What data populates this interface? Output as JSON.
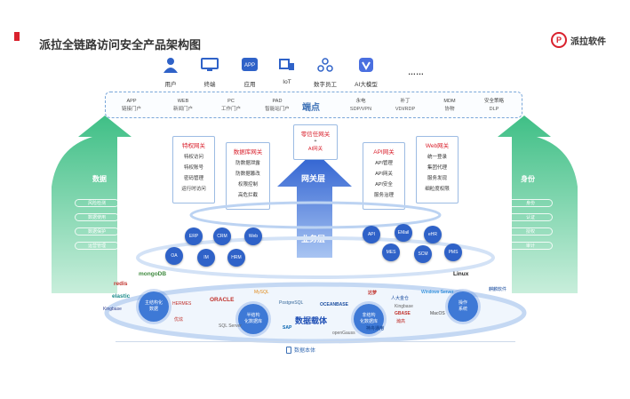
{
  "title": "派拉全链路访问安全产品架构图",
  "logo": {
    "text": "派拉软件",
    "mark": "P"
  },
  "top_icons": [
    {
      "label": "用户",
      "icon": "users-icon"
    },
    {
      "label": "终端",
      "icon": "monitor-icon"
    },
    {
      "label": "应用",
      "icon": "app-icon"
    },
    {
      "label": "IoT",
      "icon": "iot-icon"
    },
    {
      "label": "数字员工",
      "icon": "digital-staff-icon"
    },
    {
      "label": "AI大模型",
      "icon": "ai-model-icon"
    },
    {
      "label": "……",
      "icon": "more-icon"
    }
  ],
  "endpoint_layer": {
    "label": "端点",
    "items": [
      {
        "top": "APP",
        "bottom": "链接门户"
      },
      {
        "top": "WEB",
        "bottom": "新闻门户"
      },
      {
        "top": "PC",
        "bottom": "工作门户"
      },
      {
        "top": "PAD",
        "bottom": "智能站门户"
      },
      {
        "top": "永电",
        "bottom": "SDP/VPN"
      },
      {
        "top": "补丁",
        "bottom": "VDI/RDP"
      },
      {
        "top": "MDM",
        "bottom": "协物"
      },
      {
        "top": "安全策略",
        "bottom": "DLP"
      }
    ]
  },
  "side": {
    "left_title": "数据",
    "left_items": [
      "风险检测",
      "数据使用",
      "数据保护",
      "运营管理"
    ],
    "right_title": "身份",
    "right_items": [
      "身份",
      "认证",
      "授权",
      "审计"
    ]
  },
  "gateway_layer": {
    "label": "网关层",
    "boxes": [
      {
        "title": "特权网关",
        "items": [
          "特权访问",
          "特权账号",
          "密码管理",
          "运行时访问"
        ]
      },
      {
        "title": "数据库网关",
        "items": [
          "防数据泄露",
          "防数据篡改",
          "权限控制",
          "高危拦截"
        ]
      },
      {
        "title": "零信任网关",
        "items": [
          "+",
          "AI网关"
        ]
      },
      {
        "title": "API网关",
        "items": [
          "API管理",
          "API网关",
          "API安全",
          "服务治理"
        ]
      },
      {
        "title": "Web网关",
        "items": [
          "统一登录",
          "集团代理",
          "服务发现",
          "细粒度权限"
        ]
      }
    ]
  },
  "business_layer": {
    "label": "业务层",
    "left_services": [
      "ERP",
      "CRM",
      "Web",
      "OA",
      "IM",
      "HRM"
    ],
    "right_services": [
      "API",
      "EMail",
      "eHR",
      "MES",
      "SCM",
      "PMS"
    ]
  },
  "data_carrier": {
    "label": "数据载体",
    "bubbles": [
      "主结构化\n数据",
      "半结构\n化数据库",
      "非结构\n化数据库",
      "操作\n系统"
    ],
    "brands": [
      "redis",
      "elastic",
      "Kingbase",
      "mongoDB",
      "HERMES",
      "ORACLE",
      "MySQL",
      "PostgreSQL",
      "OCEANBASE",
      "达梦",
      "人大金仓",
      "Kingbase",
      "Windows Server",
      "Linux",
      "麒麟软件",
      "MacOS",
      "GBASE",
      "瀚高",
      "SAP",
      "SQL Server",
      "openGauss",
      "神舟通用",
      "优炫"
    ]
  },
  "footer": {
    "label": "数据本体"
  },
  "colors": {
    "accent": "#d9212d",
    "blue": "#2f62c8",
    "green": "#43c08a"
  }
}
